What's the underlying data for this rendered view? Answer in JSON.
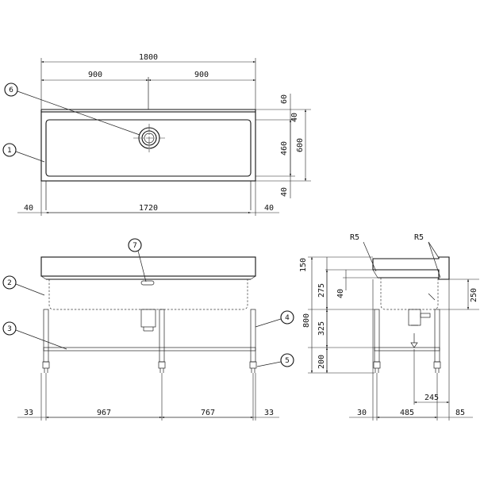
{
  "plan_view": {
    "overall_width": "1800",
    "half_left": "900",
    "half_right": "900",
    "edge_left": "40",
    "inner_width": "1720",
    "edge_right": "40",
    "depth_total": "600",
    "depth_back": "60",
    "depth_rim_back": "40",
    "depth_basin": "460",
    "depth_rim_front": "40"
  },
  "front_view": {
    "leg_offset_left": "33",
    "span_left": "967",
    "span_right": "767",
    "leg_offset_right": "33"
  },
  "side_view": {
    "radius_left": "R5",
    "radius_right": "R5",
    "backsplash": "150",
    "basin_depth": "275",
    "rim": "40",
    "mid": "325",
    "bottom": "200",
    "total_height": "800",
    "back_height": "250",
    "drain_offset": "245",
    "foot_left": "30",
    "leg_span": "485",
    "foot_right": "85"
  },
  "callouts": [
    "1",
    "2",
    "3",
    "4",
    "5",
    "6",
    "7"
  ]
}
